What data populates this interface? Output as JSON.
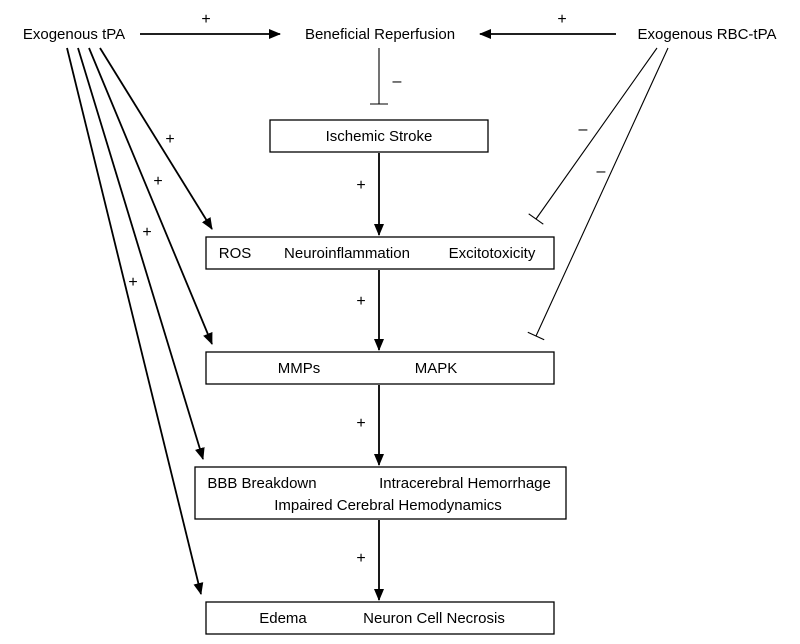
{
  "nodes": {
    "exogenous_tpa": "Exogenous tPA",
    "beneficial_reperfusion": "Beneficial Reperfusion",
    "exogenous_rbc_tpa": "Exogenous RBC-tPA",
    "ischemic_stroke": "Ischemic Stroke",
    "ros": "ROS",
    "neuroinflammation": "Neuroinflammation",
    "excitotoxicity": "Excitotoxicity",
    "mmps": "MMPs",
    "mapk": "MAPK",
    "bbb_breakdown": "BBB Breakdown",
    "intracerebral_hemorrhage": "Intracerebral Hemorrhage",
    "impaired_hemodynamics": "Impaired Cerebral Hemodynamics",
    "edema": "Edema",
    "neuron_necrosis": "Neuron Cell Necrosis"
  },
  "signs": {
    "tpa_to_reperfusion": "+",
    "rbc_to_reperfusion": "+",
    "reperfusion_to_stroke": "–",
    "stroke_to_ros": "+",
    "ros_to_mmps": "+",
    "mmps_to_bbb": "+",
    "bbb_to_edema": "+",
    "tpa_to_ros": "+",
    "tpa_to_mmps": "+",
    "tpa_to_bbb": "+",
    "tpa_to_edema": "+",
    "rbc_to_ros": "–",
    "rbc_to_mmps": "–"
  }
}
